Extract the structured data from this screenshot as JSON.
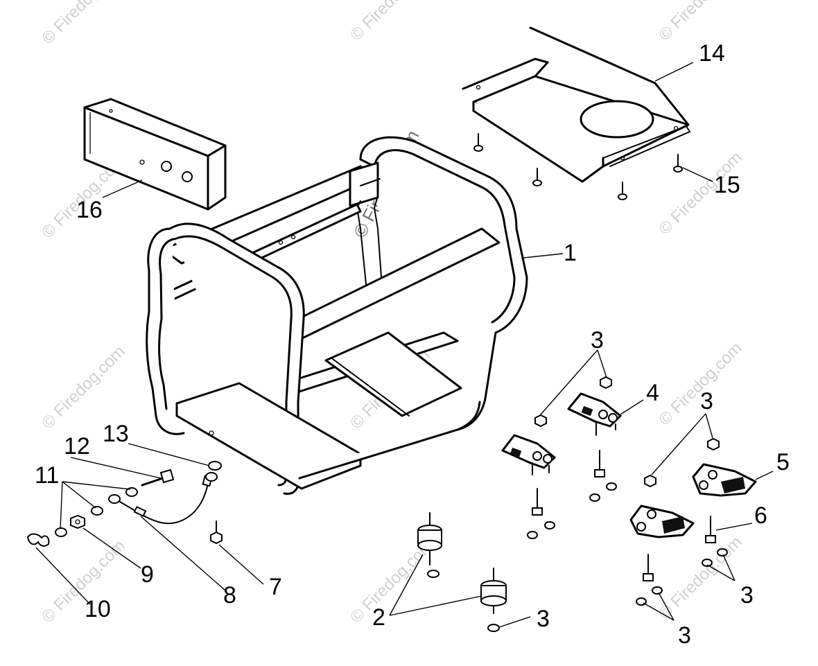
{
  "diagram": {
    "watermark_text": "© Firedog.com",
    "callouts": {
      "frame": "1",
      "vibration_mount": "2",
      "nut": "3",
      "mount_bracket_a": "4",
      "mount_bracket_b": "5",
      "bolt": "6",
      "ground_bolt": "7",
      "ground_wire": "8",
      "nut_small": "9",
      "wing_nut": "10",
      "washer": "11",
      "ground_stud": "12",
      "lock_washer": "13",
      "fuel_tank_plate": "14",
      "plate_screw": "15",
      "control_panel": "16"
    }
  }
}
